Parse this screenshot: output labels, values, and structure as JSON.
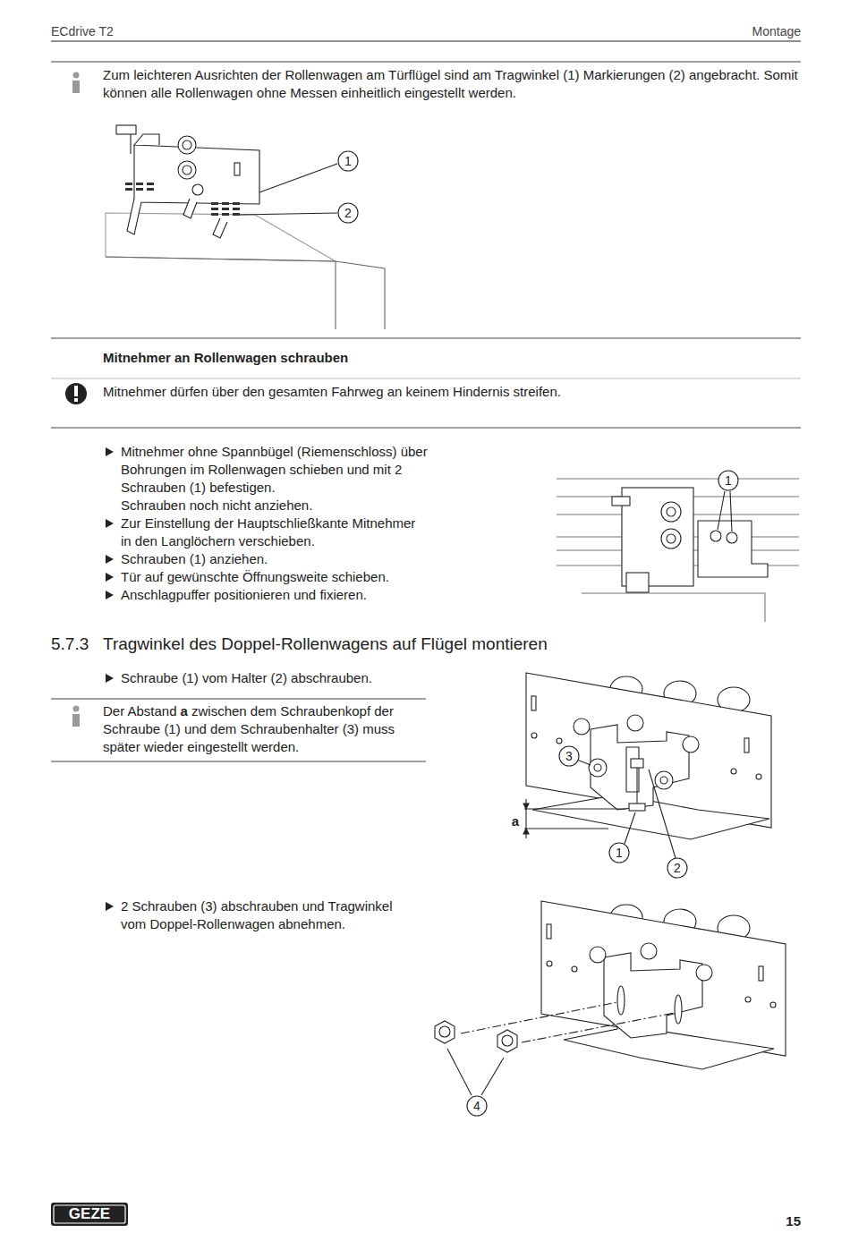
{
  "diagram": {
    "labels": [
      "ECdrive T2",
      "Montage",
      "Zum leichteren Ausrichten der Rollenwagen am Türflügel sind am Tragwinkel (1) Markierungen (2) angebracht. Somit können alle Rollenwagen ohne Messen einheitlich eingestellt werden.",
      "1",
      "2",
      "Mitnehmer an Rollenwagen schrauben",
      "Mitnehmer dürfen über den gesamten Fahrweg an keinem Hindernis streifen.",
      "Mitnehmer ohne Spannbügel (Riemenschloss) über Bohrungen im Rollenwagen schieben und mit 2 Schrauben (1) befestigen.",
      "Schrauben noch nicht anziehen.",
      "Zur Einstellung der Hauptschließkante Mitnehmer in den Langlöchern verschieben.",
      "Schrauben (1) anziehen.",
      "Tür auf gewünschte Öffnungsweite schieben.",
      "Anschlagpuffer positionieren und fixieren.",
      "1",
      "5.7.3",
      "Tragwinkel des Doppel-Rollenwagens auf Flügel montieren",
      "Schraube (1) vom Halter (2) abschrauben.",
      "Der Abstand",
      "a",
      "zwischen dem Schraubenkopf der Schraube (1) und dem Schraubenhalter (3) muss später wieder eingestellt werden.",
      "3",
      "a",
      "1",
      "2",
      "2 Schrauben (3) abschrauben und Tragwinkel vom Doppel-Rollenwagen abnehmen.",
      "4",
      "GEZE",
      "15"
    ]
  }
}
